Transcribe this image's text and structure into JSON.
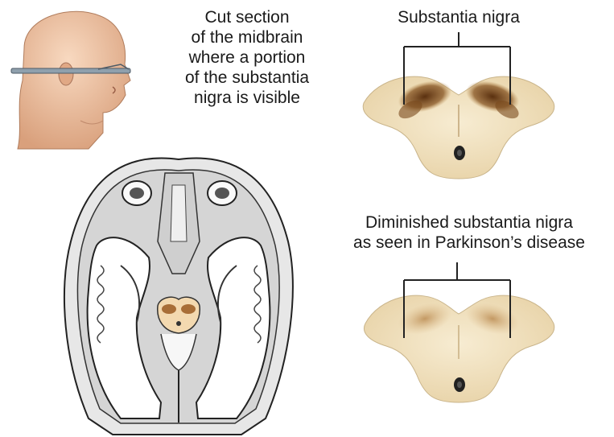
{
  "labels": {
    "cut_section": [
      "Cut section",
      "of the midbrain",
      "where a portion",
      "of the substantia",
      "nigra is visible"
    ],
    "substantia_nigra": "Substantia nigra",
    "diminished": [
      "Diminished substantia nigra",
      "as seen in Parkinson’s disease"
    ]
  },
  "colors": {
    "tissue": "#f3e6c8",
    "pigment_normal": "#7a4a1c",
    "pigment_diminished": "#b8894a",
    "skin": "#f2c6a6",
    "line_art": "#333333"
  }
}
